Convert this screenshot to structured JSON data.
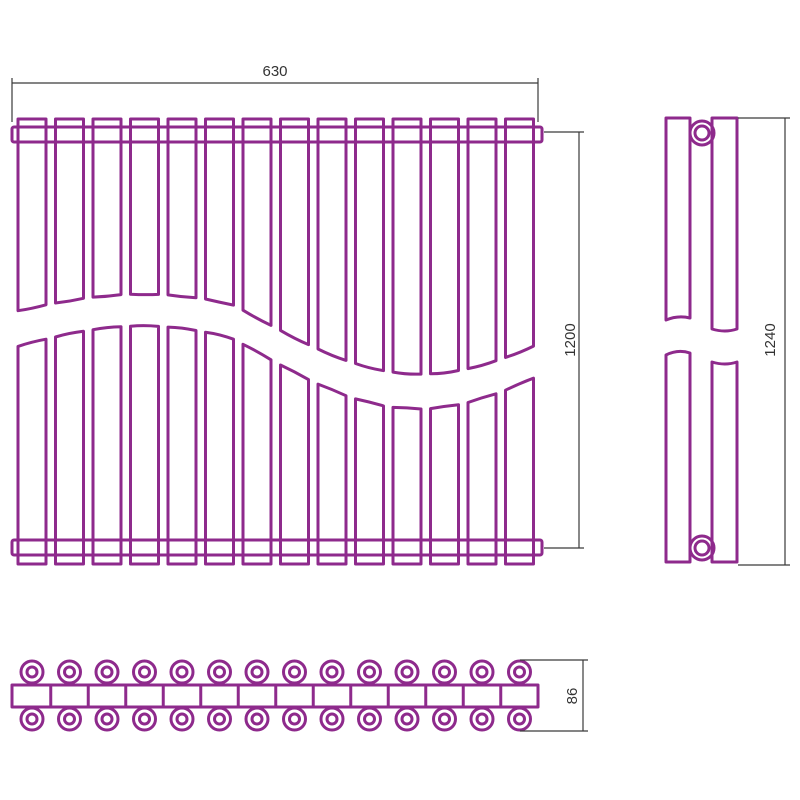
{
  "dimensions": {
    "width": "630",
    "height": "1200",
    "total_height": "1240",
    "depth": "86"
  },
  "colors": {
    "outline": "#8e2a8c",
    "dimension_line": "#3a3a3a",
    "dimension_text": "#333333"
  },
  "radiator": {
    "section_count": 14
  }
}
